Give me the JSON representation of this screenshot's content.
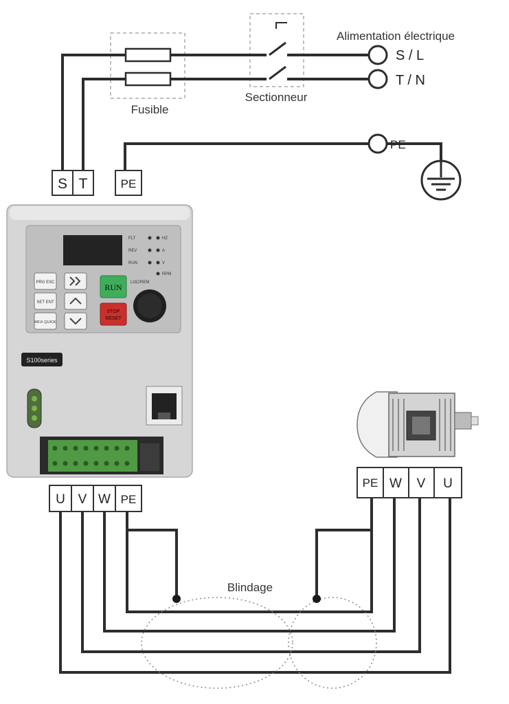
{
  "labels": {
    "power_supply": "Alimentation électrique",
    "fuse": "Fusible",
    "disconnector": "Sectionneur",
    "shielding": "Blindage"
  },
  "supply_terminals": {
    "phase": "S / L",
    "neutral": "T / N",
    "earth": "PE"
  },
  "vfd_input_terminals": [
    "S",
    "T",
    "PE"
  ],
  "vfd_output_terminals": [
    "U",
    "V",
    "W",
    "PE"
  ],
  "motor_terminals": [
    "PE",
    "W",
    "V",
    "U"
  ],
  "vfd_panel": {
    "brand_label": "S100series",
    "run_button": "RUN",
    "stop_button_line1": "STOP",
    "stop_button_line2": "RESET",
    "left_keys": [
      "PRG ESC",
      "SET ENT",
      "MF.K QUICK"
    ],
    "indicators_left": [
      "FLT",
      "REV",
      "RUN"
    ],
    "indicators_right": [
      "HZ",
      "A",
      "V",
      "RPM"
    ],
    "loc_rem": "LOC/REM"
  },
  "colors": {
    "wire": "#2d2d2d",
    "run_green": "#3fae5a",
    "stop_red": "#c9302c",
    "terminal_green": "#4f9a43",
    "housing_gray": "#d9d9d9"
  }
}
